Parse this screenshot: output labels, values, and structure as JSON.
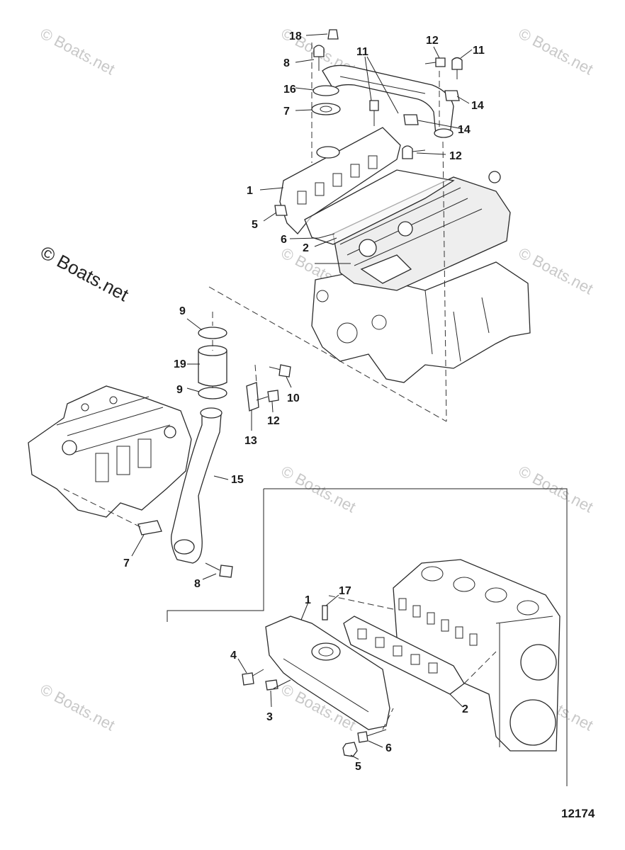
{
  "watermark_main": "© Boats.net",
  "watermark_tile": "© Boats.net",
  "figure_number": "12174",
  "callouts": {
    "c18": "18",
    "c8_top": "8",
    "c16": "16",
    "c7_top": "7",
    "c11_a": "11",
    "c12_top": "12",
    "c11_b": "11",
    "c14_a": "14",
    "c14_b": "14",
    "c12_mid": "12",
    "c1_top": "1",
    "c5_top": "5",
    "c6_top": "6",
    "c2_top": "2",
    "c9_a": "9",
    "c19": "19",
    "c9_b": "9",
    "c10": "10",
    "c12_low": "12",
    "c13": "13",
    "c15": "15",
    "c7_low": "7",
    "c8_low": "8",
    "c17": "17",
    "c1_low": "1",
    "c4": "4",
    "c3": "3",
    "c2_low": "2",
    "c6_low": "6",
    "c5_low": "5"
  }
}
